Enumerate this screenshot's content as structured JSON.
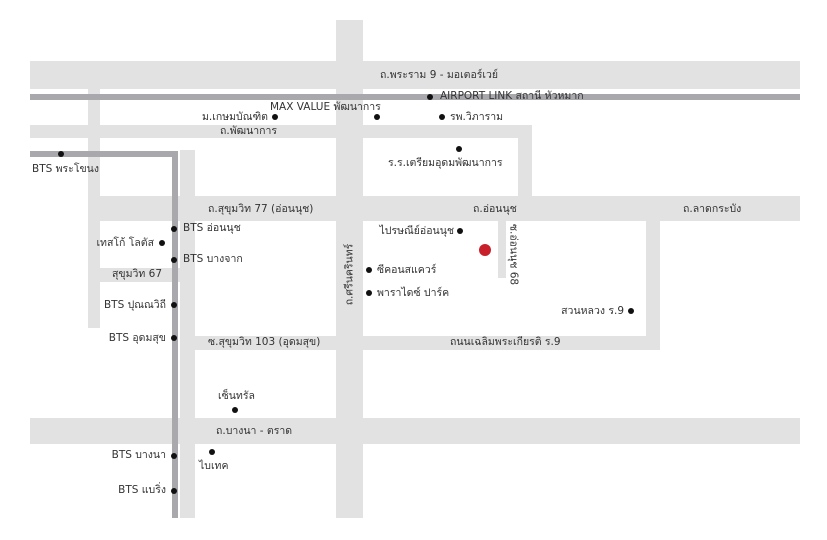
{
  "roads": {
    "rama9": "ถ.พระราม 9 - มอเตอร์เวย์",
    "phatthanakan": "ถ.พัฒนาการ",
    "sukhumvit77": "ถ.สุขุมวิท 77 (อ่อนนุช)",
    "onnut": "ถ.อ่อนนุช",
    "latkrabang": "ถ.ลาดกระบัง",
    "sukhumvit67": "สุขุมวิท 67",
    "sukhumvit103": "ซ.สุขุมวิท 103 (อุดมสุข)",
    "chaloem": "ถนนเฉลิมพระเกียรติ ร.9",
    "bangna_trat": "ถ.บางนา - ตราด",
    "srinakarin": "ถ.ศรีนครินทร์",
    "soi_onnut68": "ซ.อ่อนนุช 68"
  },
  "places": {
    "airport_link": "AIRPORT LINK สถานี หัวหมาก",
    "max_value": "MAX VALUE พัฒนาการ",
    "kasem": "ม.เกษมบัณฑิต",
    "vibharam": "รพ.วิภาราม",
    "school": "ร.ร.เตรียมอุดมพัฒนาการ",
    "bts_phrakhanong": "BTS พระโขนง",
    "bts_onnut": "BTS อ่อนนุช",
    "tesco": "เทสโก้ โลตัส",
    "bts_bangchak": "BTS บางจาก",
    "bts_punnawithi": "BTS ปุณณวิถี",
    "bts_udomsuk": "BTS อุดมสุข",
    "post_office": "ไปรษณีย์อ่อนนุช",
    "seacon": "ซีคอนสแควร์",
    "paradise": "พาราไดซ์ ปาร์ค",
    "suanluang": "สวนหลวง ร.9",
    "central": "เซ็นทรัล",
    "bitec": "ไบเทค",
    "bts_bangna": "BTS บางนา",
    "bts_bearing": "BTS แบริ่ง"
  },
  "colors": {
    "road": "#e2e2e2",
    "rail": "#a9a8ad",
    "marker": "#111111",
    "project_pin": "#c8202a"
  }
}
